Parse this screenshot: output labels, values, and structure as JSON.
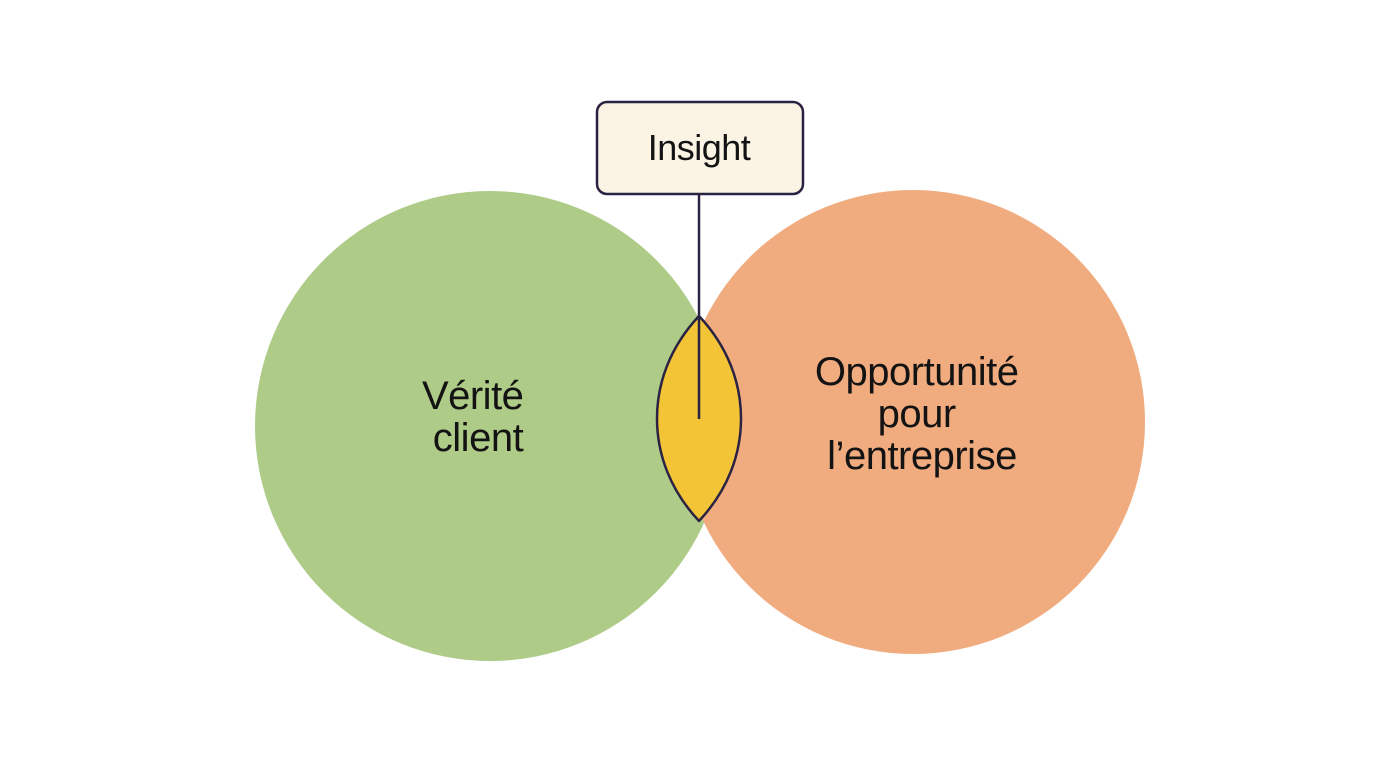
{
  "diagram": {
    "insight_box": {
      "label": "Insight"
    },
    "left_circle": {
      "lines": [
        "Vérité",
        "client"
      ]
    },
    "right_circle": {
      "lines": [
        "Opportunité",
        "pour",
        "l’entreprise"
      ]
    }
  },
  "colors": {
    "background": "#FFFFFF",
    "left_circle_green": "#AECB88",
    "right_circle_orange": "#F0AB7E",
    "intersection_yellow": "#F3C435",
    "outline_navy": "#2A2343",
    "insight_box_fill": "#FBF4E4",
    "text": "#131313"
  }
}
